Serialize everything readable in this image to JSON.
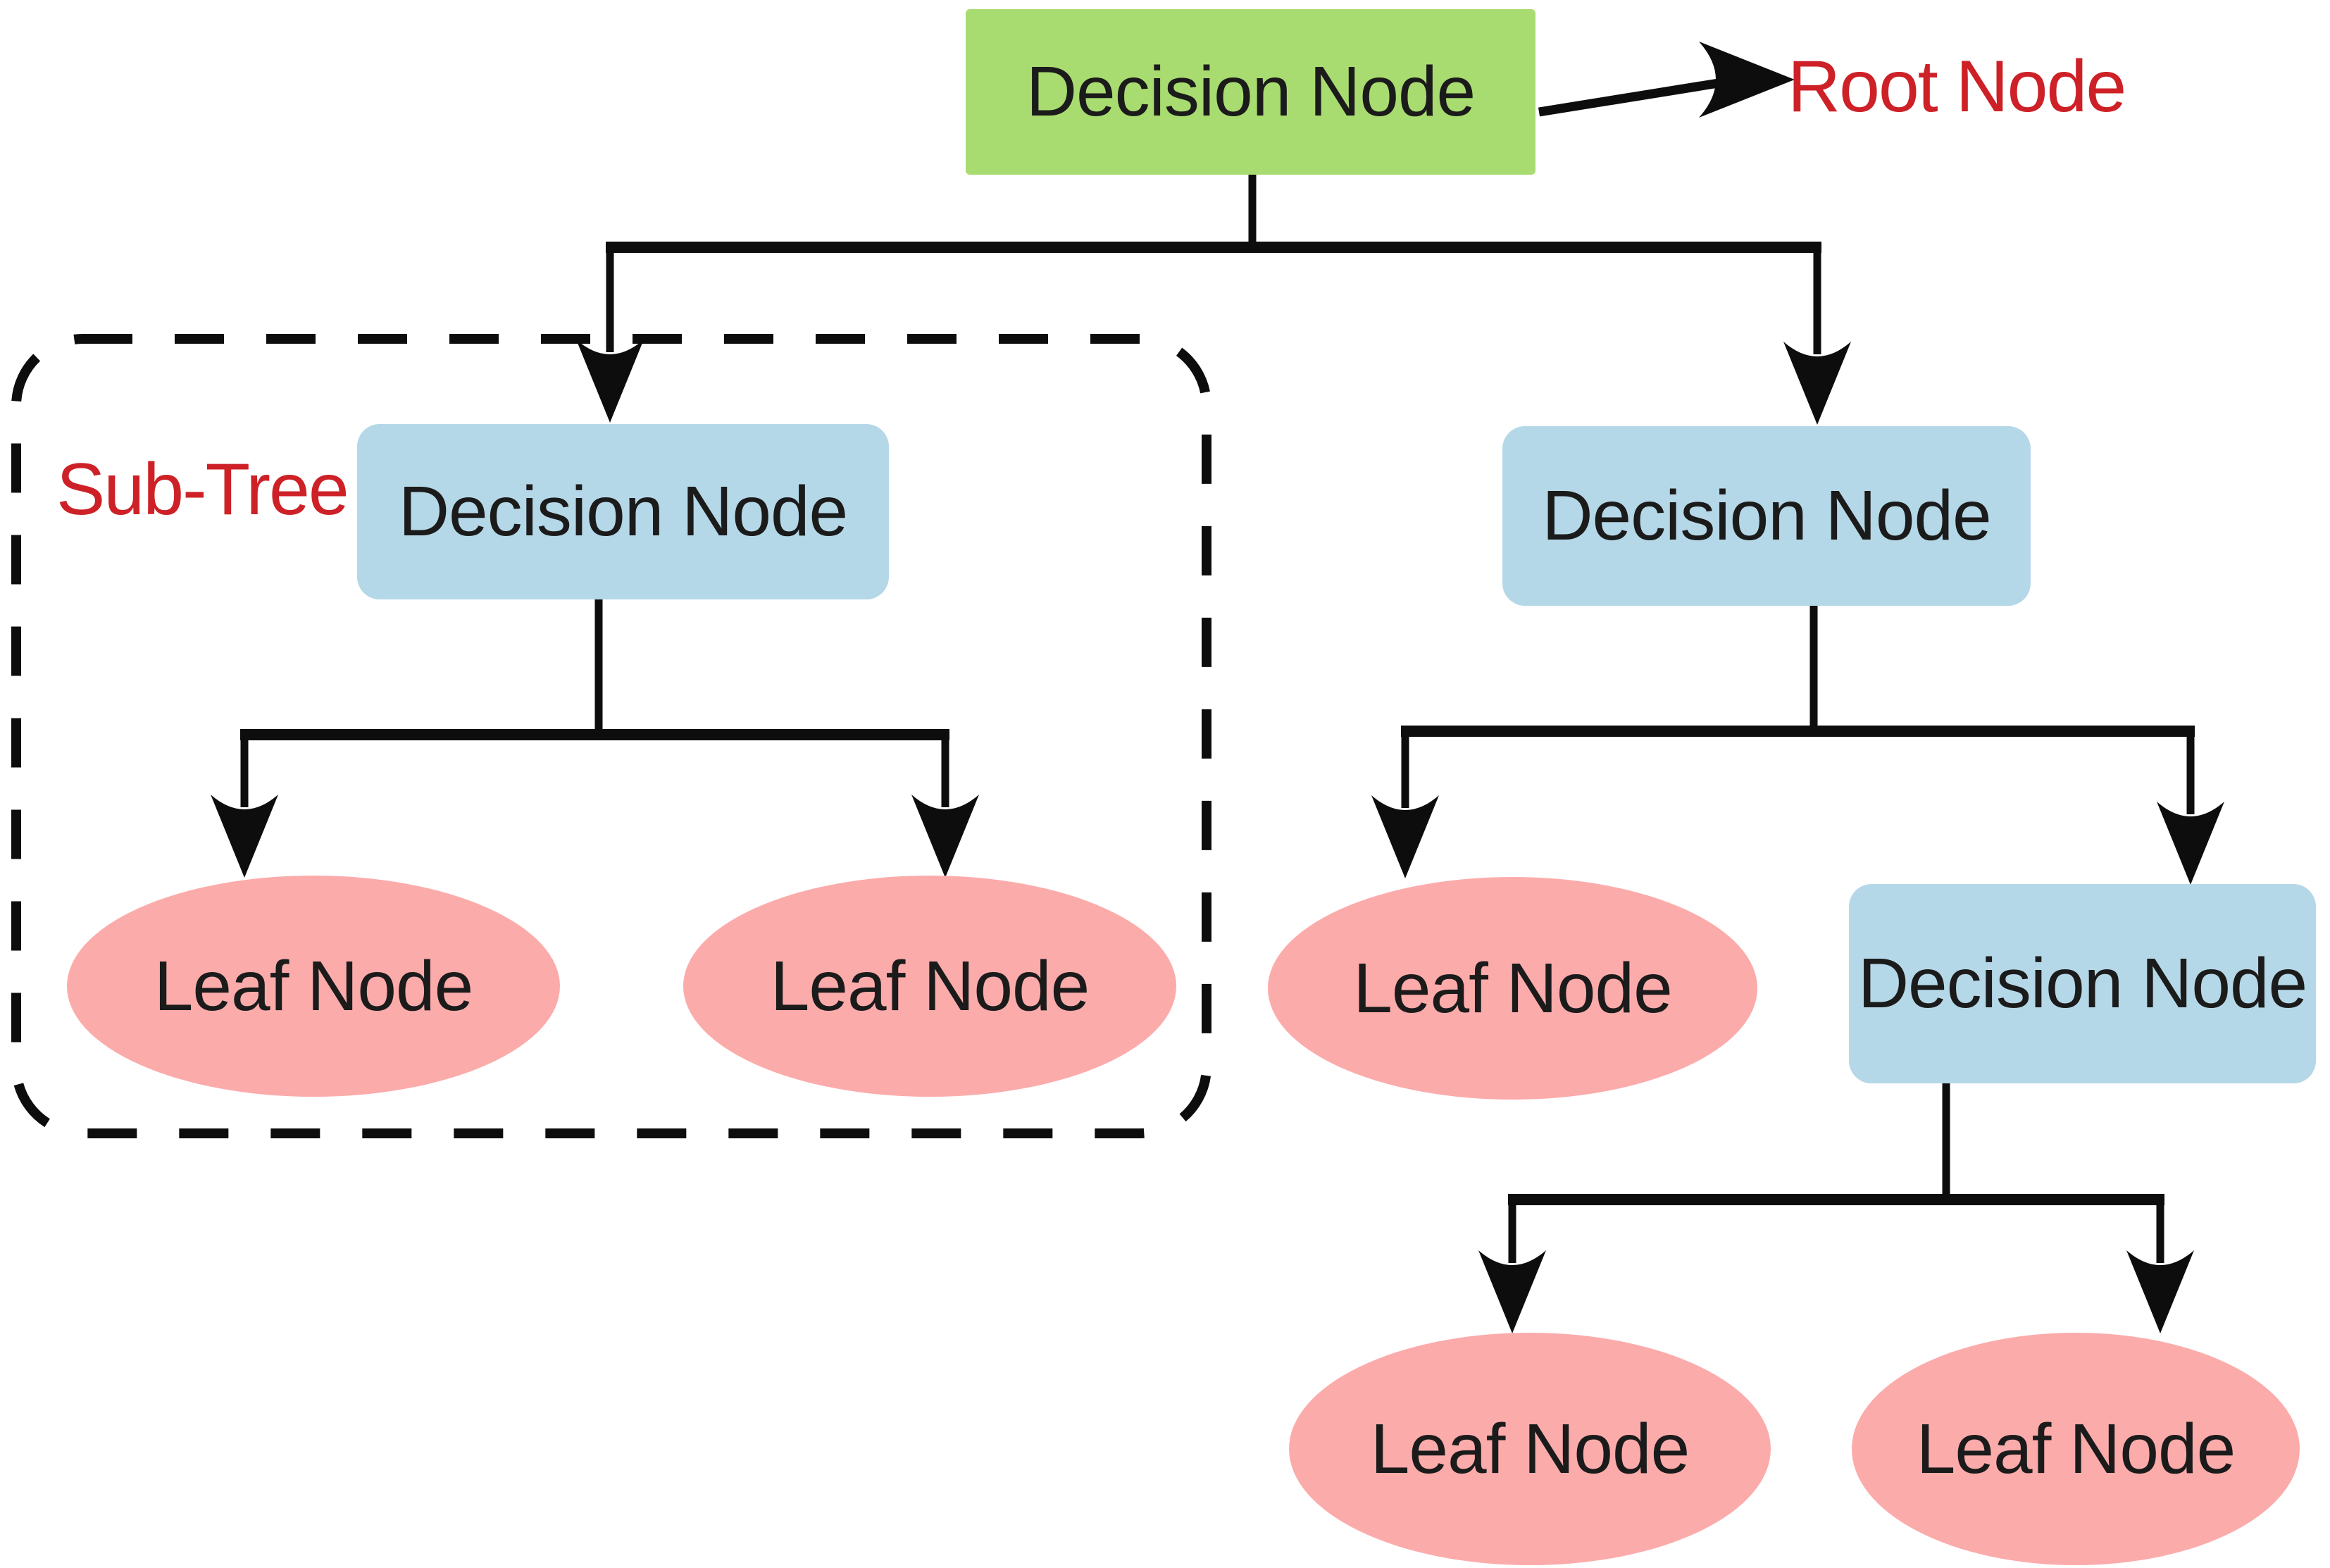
{
  "diagram": {
    "type": "decision-tree",
    "background": "#ffffff",
    "colors": {
      "root_node_fill": "#a9dc70",
      "decision_node_fill": "#b5d8e8",
      "leaf_node_fill": "#fcabab",
      "annotation_text": "#cd2127",
      "node_text": "#1b1b1b",
      "connector": "#0d0d0d"
    },
    "root": {
      "label": "Decision Node",
      "annotation": "Root Node"
    },
    "subtree": {
      "label": "Sub-Tree",
      "decision": {
        "label": "Decision Node"
      },
      "leaves": [
        {
          "label": "Leaf Node"
        },
        {
          "label": "Leaf Node"
        }
      ]
    },
    "right_branch": {
      "decision": {
        "label": "Decision Node"
      },
      "leaf": {
        "label": "Leaf Node"
      },
      "child_decision": {
        "label": "Decision Node"
      },
      "child_leaves": [
        {
          "label": "Leaf Node"
        },
        {
          "label": "Leaf Node"
        }
      ]
    }
  }
}
